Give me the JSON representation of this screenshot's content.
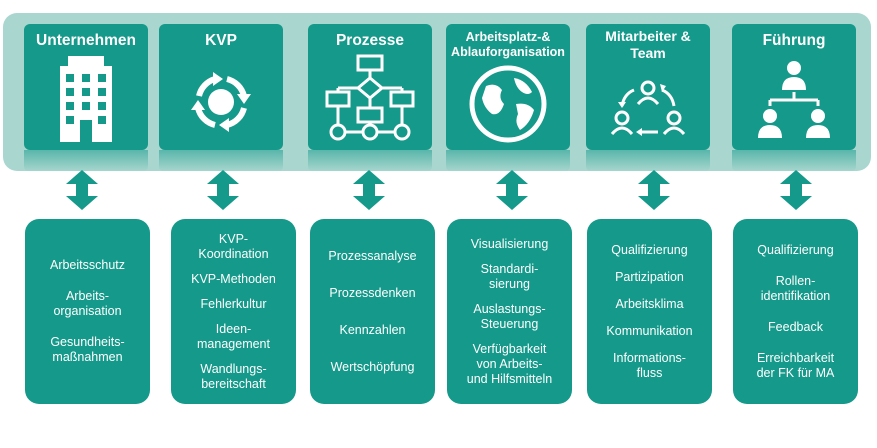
{
  "colors": {
    "tile": "#14998a",
    "band": "#a9d7cf",
    "text": "#ffffff"
  },
  "columns": [
    {
      "title": "Unternehmen",
      "icon": "building-icon",
      "items": [
        "Arbeitsschutz",
        "Arbeits-\norganisation",
        "Gesundheits-\nmaßnahmen"
      ]
    },
    {
      "title": "KVP",
      "icon": "cycle-arrows-icon",
      "items": [
        "KVP-\nKoordination",
        "KVP-Methoden",
        "Fehlerkultur",
        "Ideen-\nmanagement",
        "Wandlungs-\nbereitschaft"
      ]
    },
    {
      "title": "Prozesse",
      "icon": "flowchart-icon",
      "items": [
        "Prozessanalyse",
        "Prozessdenken",
        "Kennzahlen",
        "Wertschöpfung"
      ]
    },
    {
      "title": "Arbeitsplatz-&\nAblauforganisation",
      "icon": "globe-icon",
      "items": [
        "Visualisierung",
        "Standardi-\nsierung",
        "Auslastungs-\nSteuerung",
        "Verfügbarkeit\nvon Arbeits-\nund Hilfsmitteln"
      ]
    },
    {
      "title": "Mitarbeiter &\nTeam",
      "icon": "team-cycle-icon",
      "items": [
        "Qualifizierung",
        "Partizipation",
        "Arbeitsklima",
        "Kommunikation",
        "Informations-\nfluss"
      ]
    },
    {
      "title": "Führung",
      "icon": "hierarchy-icon",
      "items": [
        "Qualifizierung",
        "Rollen-\nidentifikation",
        "Feedback",
        "Erreichbarkeit\nder FK für MA"
      ]
    }
  ]
}
